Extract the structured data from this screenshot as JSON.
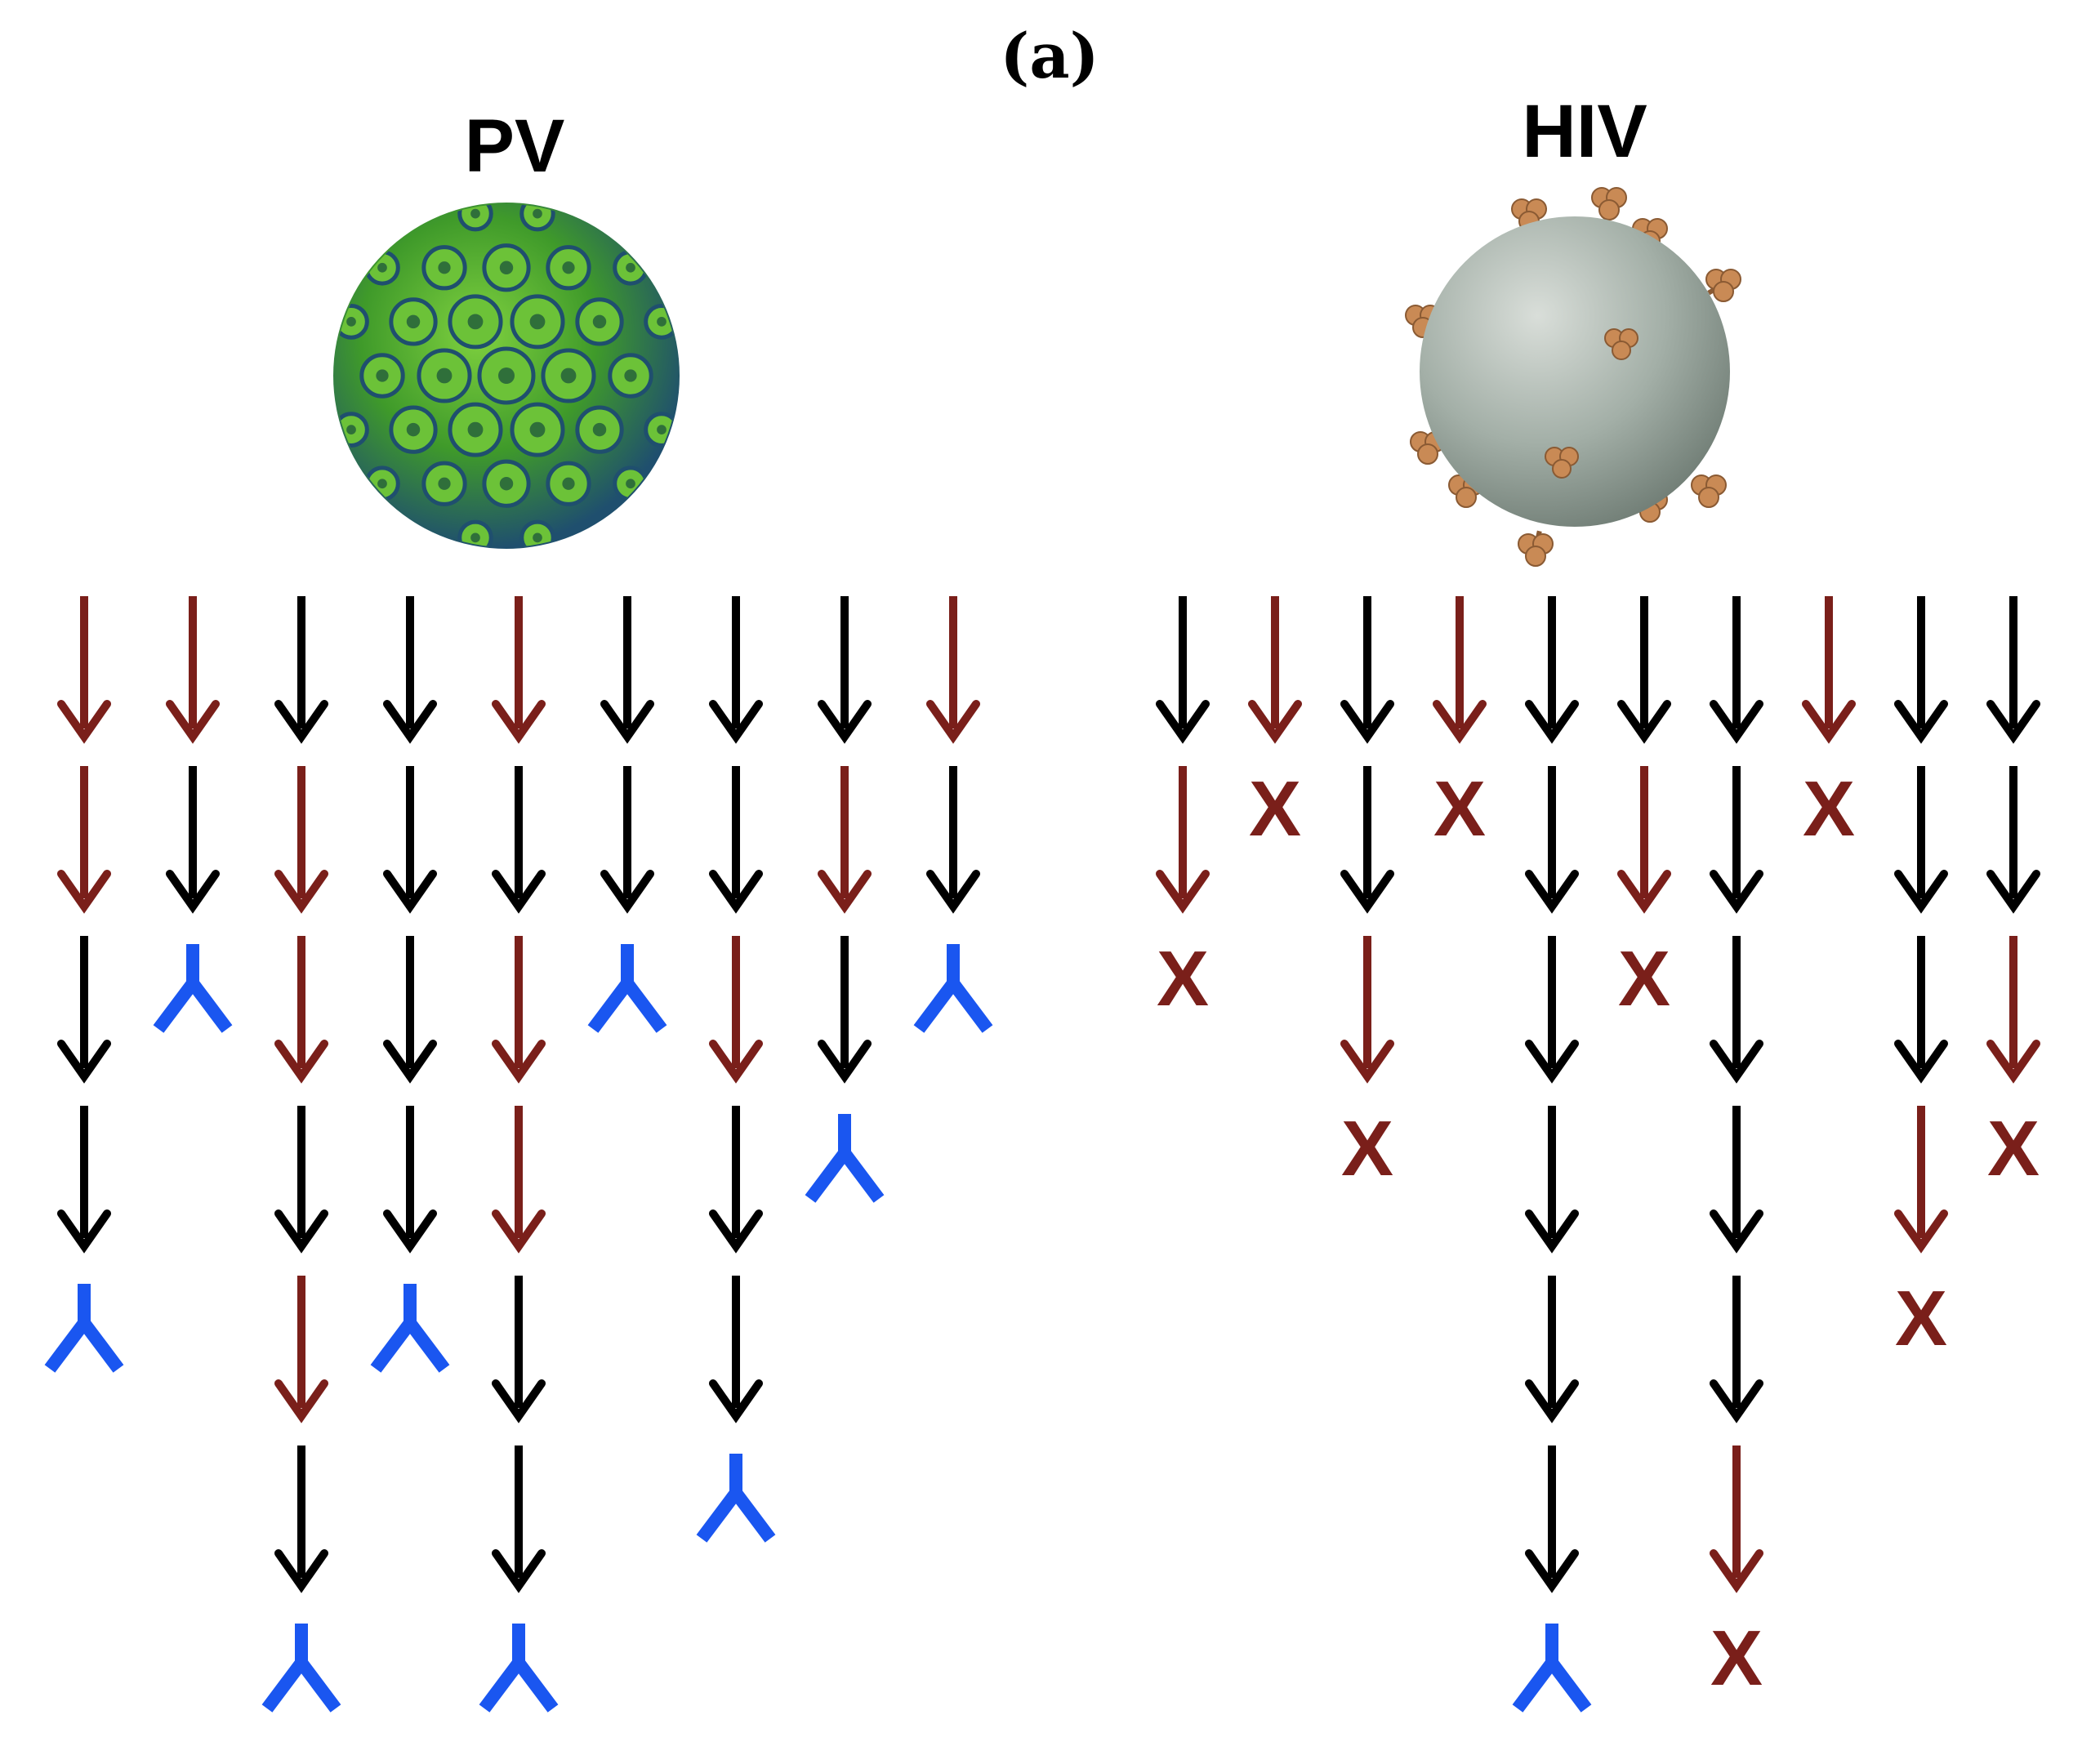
{
  "figure": {
    "panel_label": "(a)",
    "colors": {
      "black_arrow": "#000000",
      "red_arrow": "#7a1f1a",
      "antibody": "#1a56f0",
      "x_mark": "#7a1f1a",
      "pv_capsid": "#3f9a2a",
      "pv_capsid_dark": "#1f4f6e",
      "hiv_membrane": "#a3afa7",
      "hiv_spike": "#c98a55"
    },
    "symbols": {
      "k": "black arrow",
      "r": "red arrow",
      "a": "antibody",
      "x": "cross mark"
    },
    "pv": {
      "title": "PV",
      "columns": [
        [
          "r",
          "r",
          "k",
          "k",
          "a"
        ],
        [
          "r",
          "k",
          "a"
        ],
        [
          "k",
          "r",
          "r",
          "k",
          "r",
          "k",
          "a"
        ],
        [
          "k",
          "k",
          "k",
          "k",
          "a"
        ],
        [
          "r",
          "k",
          "r",
          "r",
          "k",
          "k",
          "a"
        ],
        [
          "k",
          "k",
          "a"
        ],
        [
          "k",
          "k",
          "r",
          "k",
          "k",
          "a"
        ],
        [
          "k",
          "r",
          "k",
          "a"
        ],
        [
          "r",
          "k",
          "a"
        ]
      ]
    },
    "hiv": {
      "title": "HIV",
      "columns": [
        [
          "k",
          "r",
          "x"
        ],
        [
          "r",
          "x"
        ],
        [
          "k",
          "k",
          "r",
          "x"
        ],
        [
          "r",
          "x"
        ],
        [
          "k",
          "k",
          "k",
          "k",
          "k",
          "k",
          "a"
        ],
        [
          "k",
          "r",
          "x"
        ],
        [
          "k",
          "k",
          "k",
          "k",
          "k",
          "r",
          "x"
        ],
        [
          "r",
          "x"
        ],
        [
          "k",
          "k",
          "k",
          "r",
          "x"
        ],
        [
          "k",
          "k",
          "r",
          "x"
        ]
      ],
      "x_label": "X"
    }
  }
}
